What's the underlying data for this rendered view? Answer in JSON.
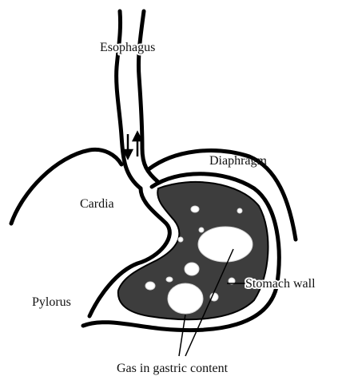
{
  "labels": {
    "esophagus": "Esophagus",
    "diaphragm": "Diaphragm",
    "cardia": "Cardia",
    "stomach_wall": "Stomach wall",
    "pylorus": "Pylorus",
    "gas": "Gas in gastric content"
  },
  "colors": {
    "line": "#000000",
    "gastric_content": "#3d3d3d",
    "gas_bubble": "#ffffff",
    "background": "#ffffff"
  }
}
